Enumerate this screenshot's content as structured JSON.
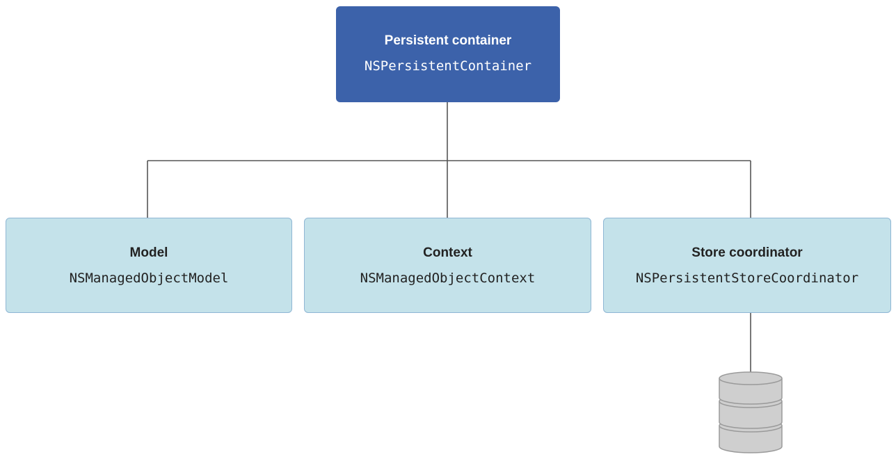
{
  "colors": {
    "root_fill": "#3c62aa",
    "root_text": "#ffffff",
    "child_fill": "#c4e2ea",
    "child_border": "#8fb6d4",
    "child_text": "#222222",
    "connector": "#555555",
    "database_fill": "#cfcfcf",
    "database_stroke": "#9a9a9a"
  },
  "root": {
    "title": "Persistent container",
    "class_name": "NSPersistentContainer"
  },
  "children": [
    {
      "title": "Model",
      "class_name": "NSManagedObjectModel"
    },
    {
      "title": "Context",
      "class_name": "NSManagedObjectContext"
    },
    {
      "title": "Store coordinator",
      "class_name": "NSPersistentStoreCoordinator"
    }
  ],
  "store_icon": "database-icon"
}
